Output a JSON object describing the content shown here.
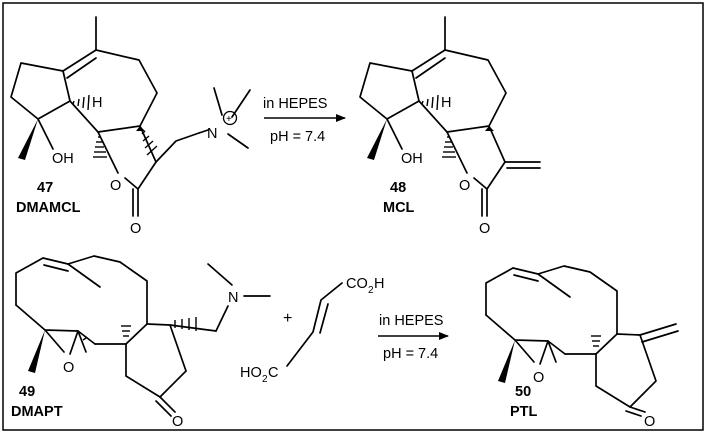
{
  "reaction_1": {
    "reactant": {
      "number": "47",
      "name": "DMAMCL"
    },
    "product": {
      "number": "48",
      "name": "MCL"
    },
    "conditions": {
      "line1": "in HEPES",
      "line2": "pH = 7.4"
    }
  },
  "reaction_2": {
    "reactant": {
      "number": "49",
      "name": "DMAPT"
    },
    "reagent": {
      "plus": "+"
    },
    "product": {
      "number": "50",
      "name": "PTL"
    },
    "conditions": {
      "line1": "in HEPES",
      "line2": "pH = 7.4"
    }
  },
  "atoms": {
    "H": "H",
    "OH": "OH",
    "O": "O",
    "N": "N",
    "plus_charge": "+",
    "CO": "CO",
    "two": "2",
    "H_sub": "H",
    "HO": "HO"
  }
}
